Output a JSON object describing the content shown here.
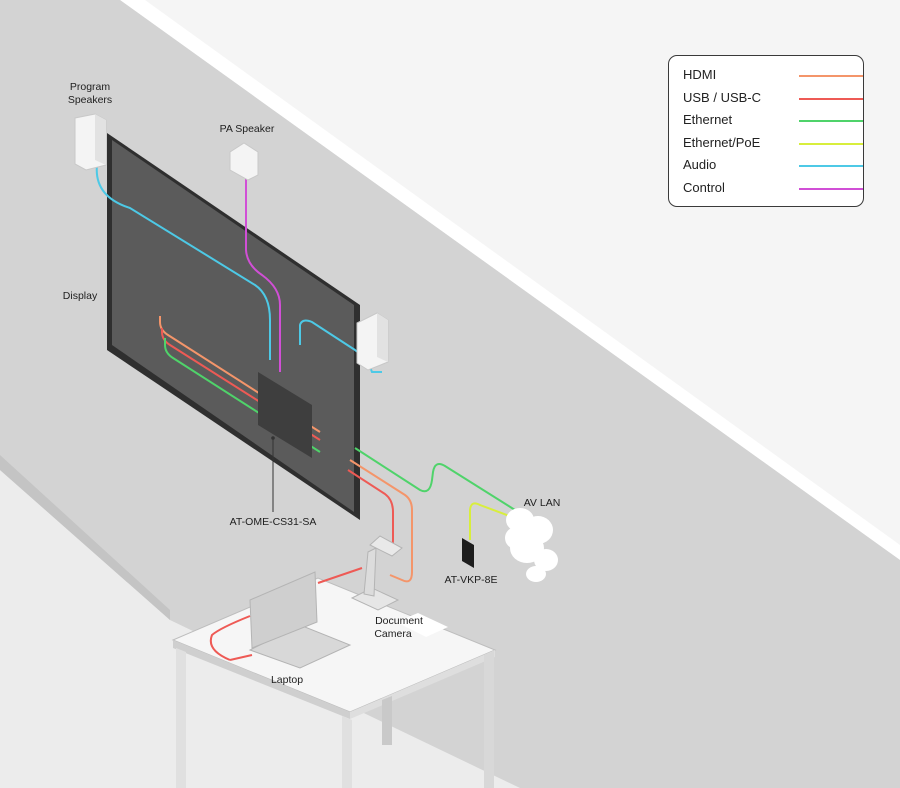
{
  "legend": {
    "items": [
      {
        "label": "HDMI",
        "color": "#f4956a"
      },
      {
        "label": "USB / USB-C",
        "color": "#ee5a55"
      },
      {
        "label": "Ethernet",
        "color": "#4fd36a"
      },
      {
        "label": "Ethernet/PoE",
        "color": "#d8ee3c"
      },
      {
        "label": "Audio",
        "color": "#4dc9e6"
      },
      {
        "label": "Control",
        "color": "#d14fd6"
      }
    ]
  },
  "labels": {
    "program_speakers_line1": "Program",
    "program_speakers_line2": "Speakers",
    "pa_speaker": "PA Speaker",
    "display": "Display",
    "transmitter": "AT-OME-CS31-SA",
    "av_lan": "AV LAN",
    "keypad": "AT-VKP-8E",
    "document_camera_line1": "Document",
    "document_camera_line2": "Camera",
    "laptop": "Laptop"
  }
}
